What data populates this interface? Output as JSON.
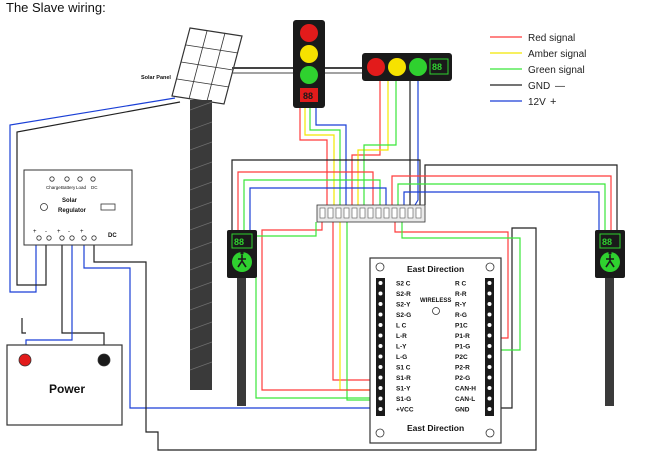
{
  "title": "The Slave wiring:",
  "legend": {
    "items": [
      {
        "label": "Red signal",
        "color": "#ff3b3b"
      },
      {
        "label": "Amber signal",
        "color": "#f2e800"
      },
      {
        "label": "Green signal",
        "color": "#39e639"
      },
      {
        "label": "GND",
        "color": "#222222",
        "symbol": "—"
      },
      {
        "label": "12V",
        "color": "#1a3fd6",
        "symbol": "+"
      }
    ]
  },
  "solar_panel": {
    "label": "Solar Panel"
  },
  "regulator": {
    "label_line1": "Solar",
    "label_line2": "Regulator",
    "top_labels": [
      "Charge",
      "Battery",
      "Load",
      "DC"
    ],
    "terminal_labels": [
      "+",
      "-",
      "+",
      "-",
      "+",
      "DC"
    ]
  },
  "power": {
    "label": "Power"
  },
  "controller": {
    "header": "East Direction",
    "footer": "East Direction",
    "wireless_label": "WIRELESS",
    "left_pins": [
      "S2 C",
      "S2-R",
      "S2-Y",
      "S2-G",
      "L C",
      "L-R",
      "L-Y",
      "L-G",
      "S1 C",
      "S1-R",
      "S1-Y",
      "S1-G",
      "+VCC"
    ],
    "right_pins": [
      "R C",
      "R-R",
      "R-Y",
      "R-G",
      "P1C",
      "P1-R",
      "P1-G",
      "P2C",
      "P2-R",
      "P2-G",
      "CAN-H",
      "CAN-L",
      "GND"
    ]
  },
  "colors": {
    "red": "#ff3b3b",
    "amber": "#f2e800",
    "green": "#39e639",
    "gnd": "#222222",
    "vcc": "#1a3fd6",
    "housing": "#1a1a1a",
    "pole": "#3a3a3a"
  }
}
